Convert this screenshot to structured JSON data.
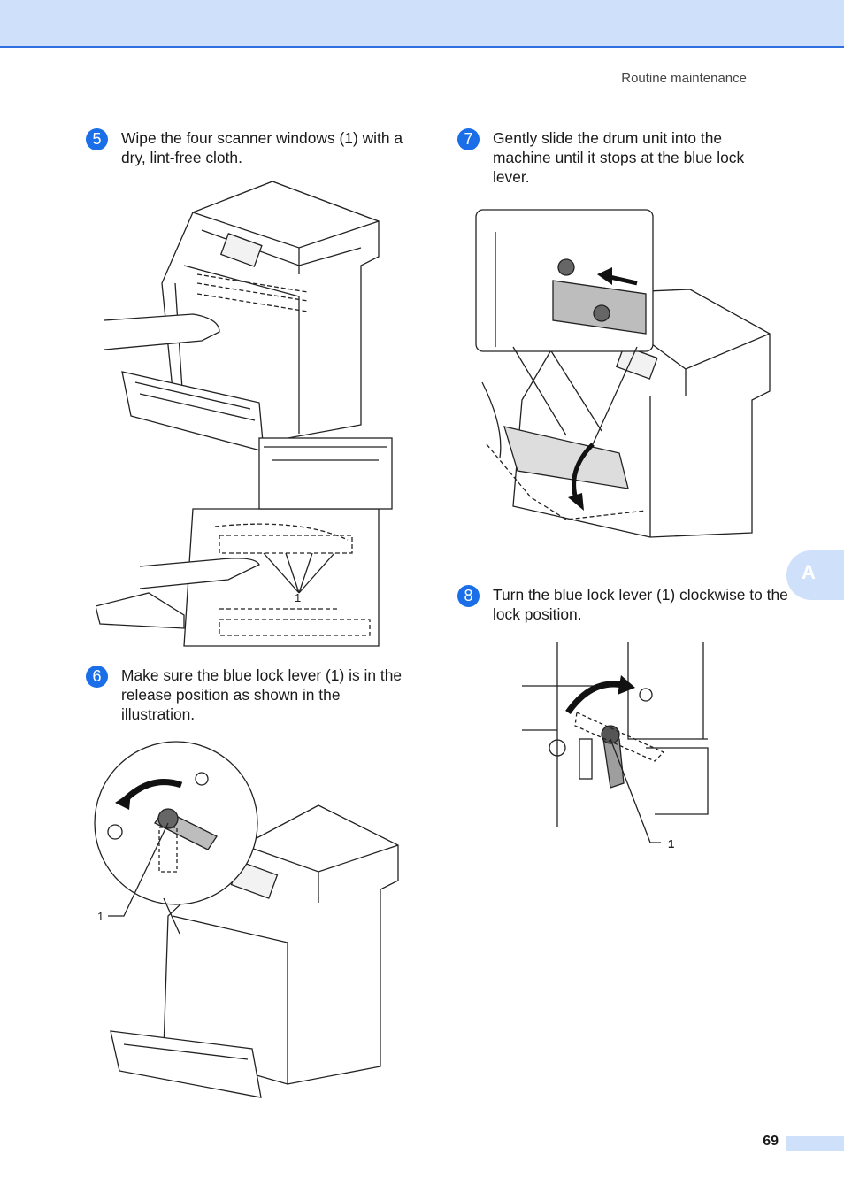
{
  "header": {
    "section_title": "Routine maintenance"
  },
  "steps": [
    {
      "number": "5",
      "text": "Wipe the four scanner windows (1) with a dry, lint-free cloth."
    },
    {
      "number": "6",
      "text": "Make sure the blue lock lever (1) is in the release position as shown in the illustration."
    },
    {
      "number": "7",
      "text": "Gently slide the drum unit into the machine until it stops at the blue lock lever."
    },
    {
      "number": "8",
      "text": "Turn the blue lock lever (1) clockwise to the lock position."
    }
  ],
  "callouts": {
    "scanner_windows": "1",
    "lock_lever_release": "1",
    "lock_lever_lock": "1"
  },
  "side_tab": {
    "label": "A"
  },
  "footer": {
    "page_number": "69"
  },
  "colors": {
    "header_band": "#cfe0fb",
    "header_rule": "#2f6fe0",
    "step_badge": "#1a6ee8"
  },
  "icons": {
    "step_badge": "numbered-circle",
    "rotation_arrow": "curved-arrow-icon"
  }
}
